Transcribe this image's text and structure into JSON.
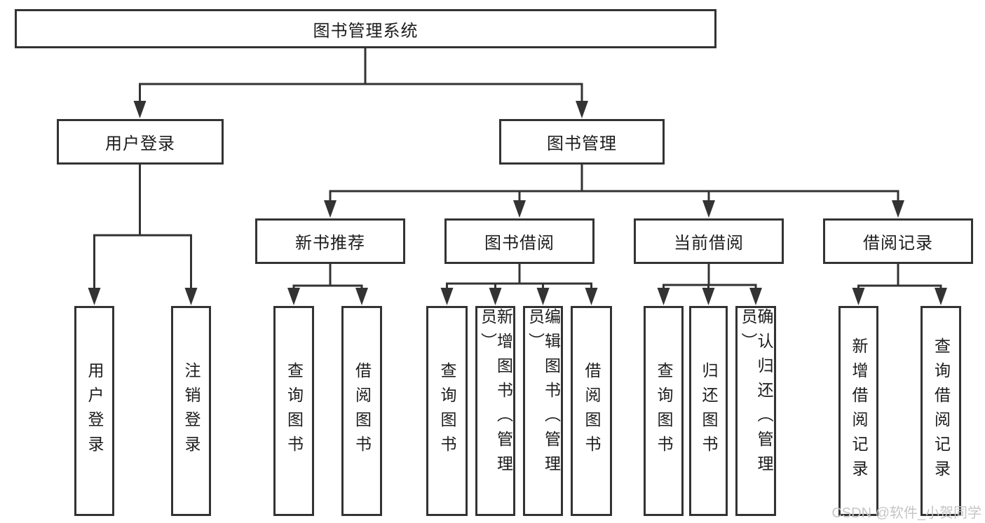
{
  "diagram": {
    "root": {
      "label": "图书管理系统"
    },
    "level1": [
      {
        "id": "user-login",
        "label": "用户登录"
      },
      {
        "id": "book-management",
        "label": "图书管理"
      }
    ],
    "level2": [
      {
        "id": "new-book-recommend",
        "label": "新书推荐"
      },
      {
        "id": "book-borrowing",
        "label": "图书借阅"
      },
      {
        "id": "current-borrowing",
        "label": "当前借阅"
      },
      {
        "id": "borrowing-records",
        "label": "借阅记录"
      }
    ],
    "leaves": [
      {
        "id": "user-login-leaf",
        "label": "用户登录"
      },
      {
        "id": "logout-leaf",
        "label": "注销登录"
      },
      {
        "id": "query-books-recommend",
        "label": "查询图书"
      },
      {
        "id": "borrow-books-recommend",
        "label": "借阅图书"
      },
      {
        "id": "query-books-borrowing",
        "label": "查询图书"
      },
      {
        "id": "add-books-admin",
        "label": "新增图书（管理员）"
      },
      {
        "id": "edit-books-admin",
        "label": "编辑图书（管理员）"
      },
      {
        "id": "borrow-books-borrowing",
        "label": "借阅图书"
      },
      {
        "id": "query-books-current",
        "label": "查询图书"
      },
      {
        "id": "return-books",
        "label": "归还图书"
      },
      {
        "id": "confirm-return-admin",
        "label": "确认归还（管理员）"
      },
      {
        "id": "add-borrow-record",
        "label": "新增借阅记录"
      },
      {
        "id": "query-borrow-record",
        "label": "查询借阅记录"
      }
    ]
  },
  "watermark": {
    "text": "CSDN @软件_小贺同学"
  },
  "colors": {
    "line": "#333333",
    "text": "#1c1c1c",
    "watermark": "#c6c6c6",
    "background": "#ffffff"
  }
}
